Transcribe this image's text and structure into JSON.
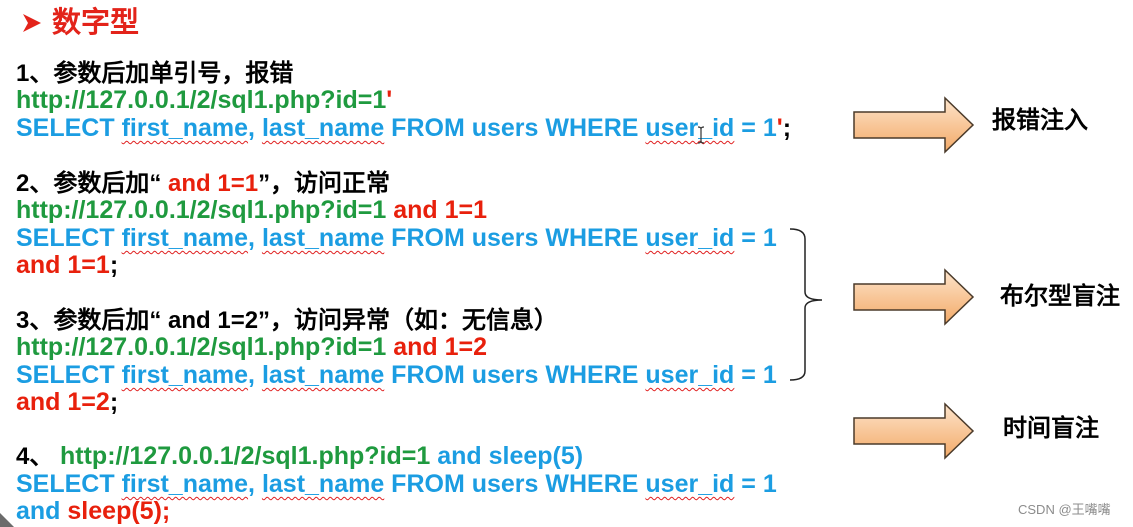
{
  "colors": {
    "title": "#e3231a",
    "green": "#1f9a3f",
    "blue": "#1b9de2",
    "red": "#e8200c",
    "black": "#000000",
    "spell_underline": "#e02020",
    "arrow_fill_top": "#fde4cb",
    "arrow_fill_bottom": "#f3aa68",
    "arrow_stroke": "#4a3a2a",
    "watermark": "#8c8c8c"
  },
  "title": {
    "icon": "arrow-bullet-icon",
    "text": "数字型"
  },
  "steps": [
    {
      "heading": {
        "text": "1、参数后加单引号，报错"
      },
      "url": {
        "base": "http://127.0.0.1/2/sql1.php?id=1",
        "payload": "'"
      },
      "sql": {
        "select": "SELECT ",
        "col1": "first_name",
        "sep": ", ",
        "col2": "last_name",
        "where": " FROM users WHERE ",
        "col3": "user_id",
        "cond": " = 1",
        "payload": "'",
        "end": ";"
      }
    },
    {
      "heading": {
        "prefix": "2、参数后加“ ",
        "payload": "and 1=1",
        "suffix": "”，访问正常"
      },
      "url": {
        "base": "http://127.0.0.1/2/sql1.php?id=1",
        "payload": " and 1=1"
      },
      "sql": {
        "select": "SELECT ",
        "col1": "first_name",
        "sep": ", ",
        "col2": "last_name",
        "where": " FROM users WHERE ",
        "col3": "user_id",
        "cond": " = 1",
        "payload": "and 1=1",
        "end": ";"
      }
    },
    {
      "heading": {
        "text": "3、参数后加“ and 1=2”，访问异常（如：无信息）"
      },
      "url": {
        "base": "http://127.0.0.1/2/sql1.php?id=1",
        "payload": " and 1=2"
      },
      "sql": {
        "select": "SELECT ",
        "col1": "first_name",
        "sep": ", ",
        "col2": "last_name",
        "where": " FROM users WHERE ",
        "col3": "user_id",
        "cond": " = 1",
        "payload": "and 1=2",
        "end": ";"
      }
    },
    {
      "heading": {
        "prefix": "4、 "
      },
      "url": {
        "base": "http://127.0.0.1/2/sql1.php?id=1",
        "payload": " and sleep(5)"
      },
      "sql": {
        "select": "SELECT ",
        "col1": "first_name",
        "sep": ", ",
        "col2": "last_name",
        "where": " FROM users WHERE ",
        "col3": "user_id",
        "cond": " = 1",
        "payload_and": "and ",
        "payload": "sleep(5);"
      }
    }
  ],
  "injection_types": [
    {
      "icon": "arrow-right-icon",
      "label": "报错注入"
    },
    {
      "icon": "arrow-right-icon",
      "label": "布尔型盲注"
    },
    {
      "icon": "arrow-right-icon",
      "label": "时间盲注"
    }
  ],
  "brace_icon": "curly-brace-icon",
  "cursor_icon": "text-cursor-icon",
  "watermark": {
    "text": "CSDN @王嘴嘴"
  }
}
